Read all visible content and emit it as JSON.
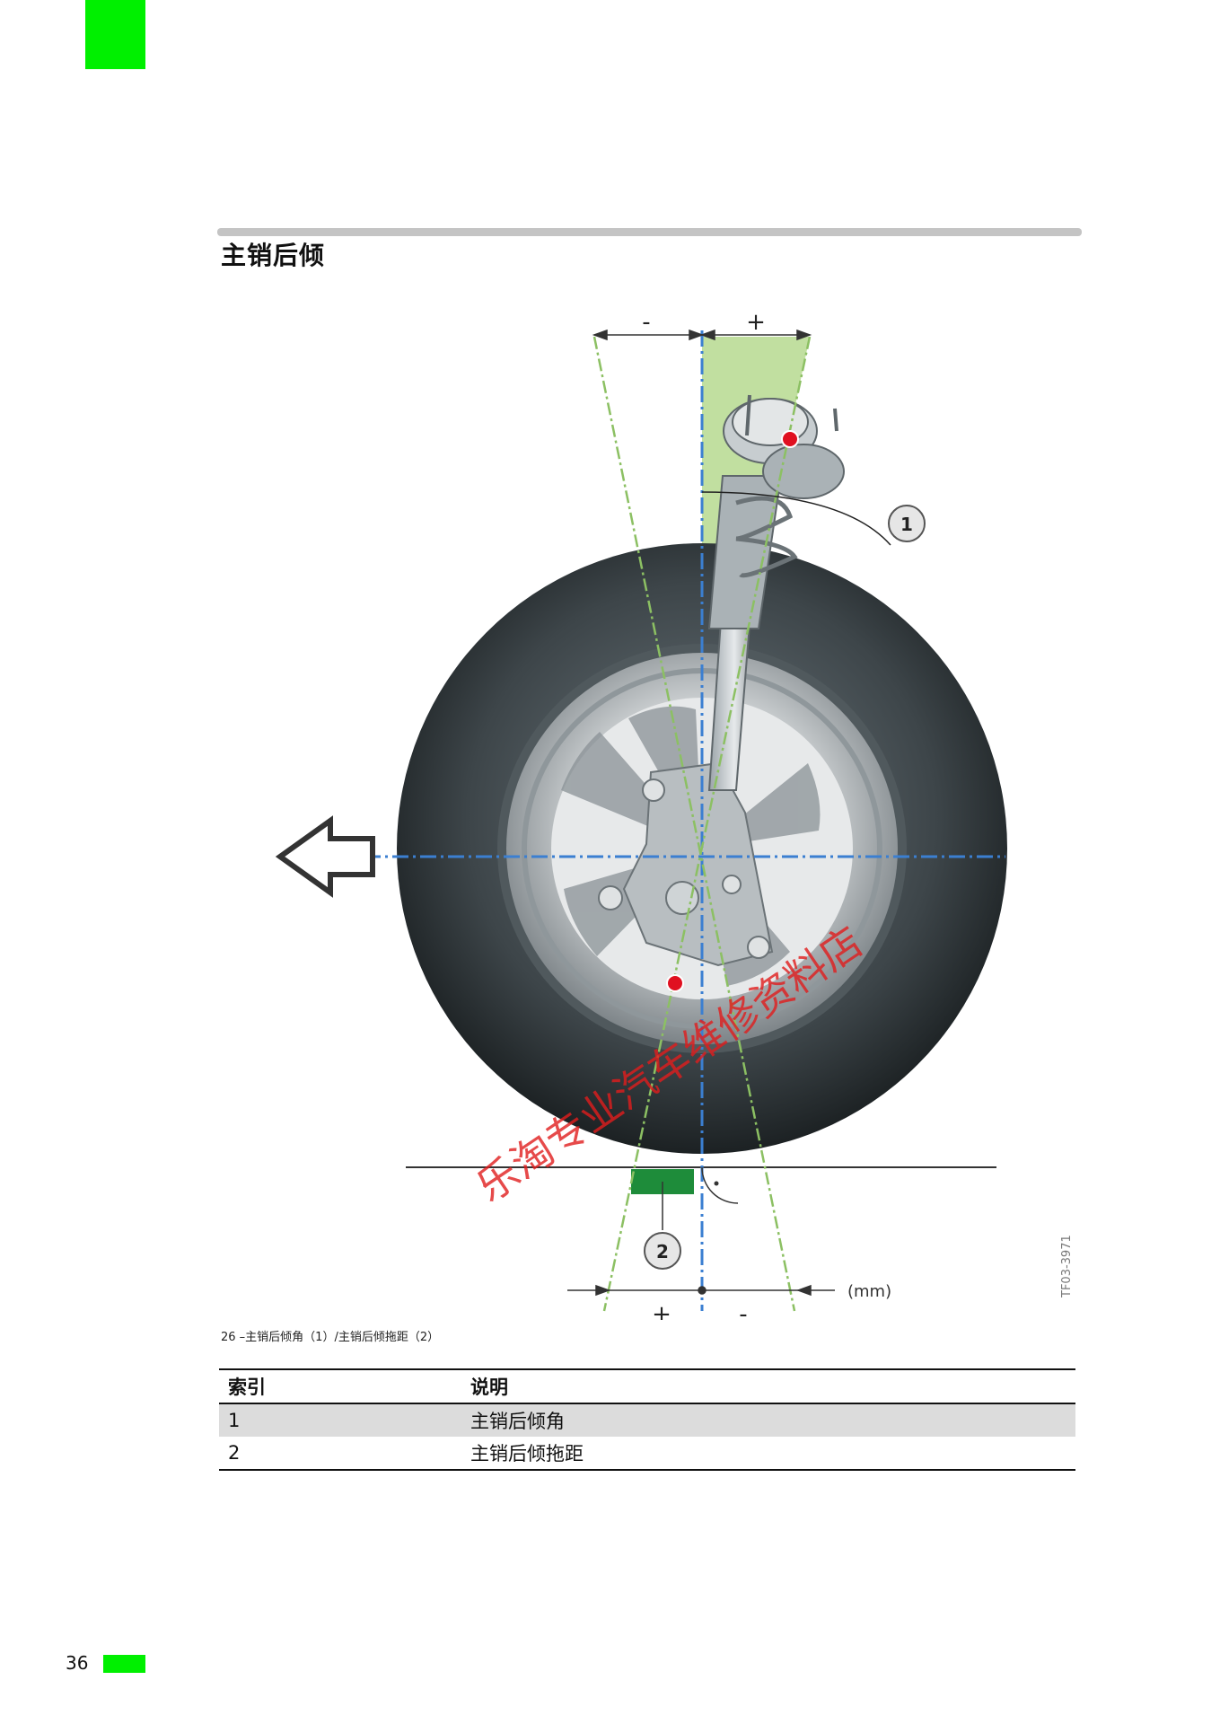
{
  "section": {
    "title": "主销后倾"
  },
  "figure": {
    "callout_1": "1",
    "callout_2": "2",
    "sign_top_minus": "-",
    "sign_top_plus": "+",
    "sign_bottom_plus": "+",
    "sign_bottom_minus": "-",
    "unit_label": "(mm)",
    "image_code": "TF03-3971",
    "watermark": "乐淘专业汽车维修资料店",
    "caption": "26 –主销后倾角（1）/主销后倾拖距（2）"
  },
  "legend_table": {
    "headers": [
      "索引",
      "说明"
    ],
    "rows": [
      [
        "1",
        "主销后倾角"
      ],
      [
        "2",
        "主销后倾拖距"
      ]
    ]
  },
  "footer": {
    "page_number": "36"
  },
  "colors": {
    "accent_green": "#00f000",
    "caster_area": "#b6d98f",
    "axis_blue": "#3b7fd1",
    "trail_green": "#1e8c3a",
    "marker_red": "#e01020"
  }
}
